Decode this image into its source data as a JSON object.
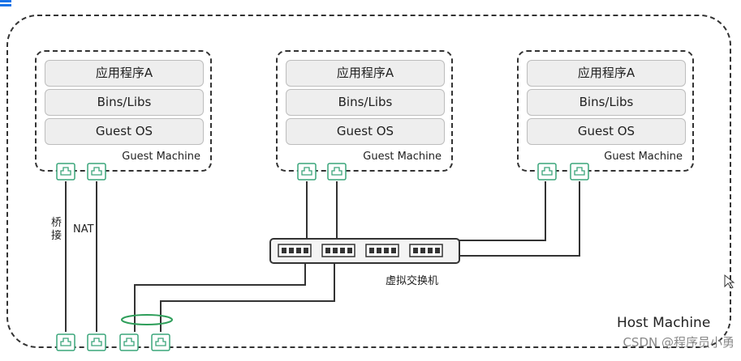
{
  "host": {
    "label": "Host Machine"
  },
  "guests": [
    {
      "layers": [
        "应用程序A",
        "Bins/Libs",
        "Guest OS"
      ],
      "label": "Guest Machine"
    },
    {
      "layers": [
        "应用程序A",
        "Bins/Libs",
        "Guest OS"
      ],
      "label": "Guest Machine"
    },
    {
      "layers": [
        "应用程序A",
        "Bins/Libs",
        "Guest OS"
      ],
      "label": "Guest Machine"
    }
  ],
  "labels": {
    "bridge": "桥接",
    "nat": "NAT",
    "virtual_switch": "虚拟交换机"
  },
  "watermark": "CSDN @程序员小勇",
  "colors": {
    "line": "#333333",
    "port": "#3aa57a",
    "ring": "#2e9e5a"
  }
}
